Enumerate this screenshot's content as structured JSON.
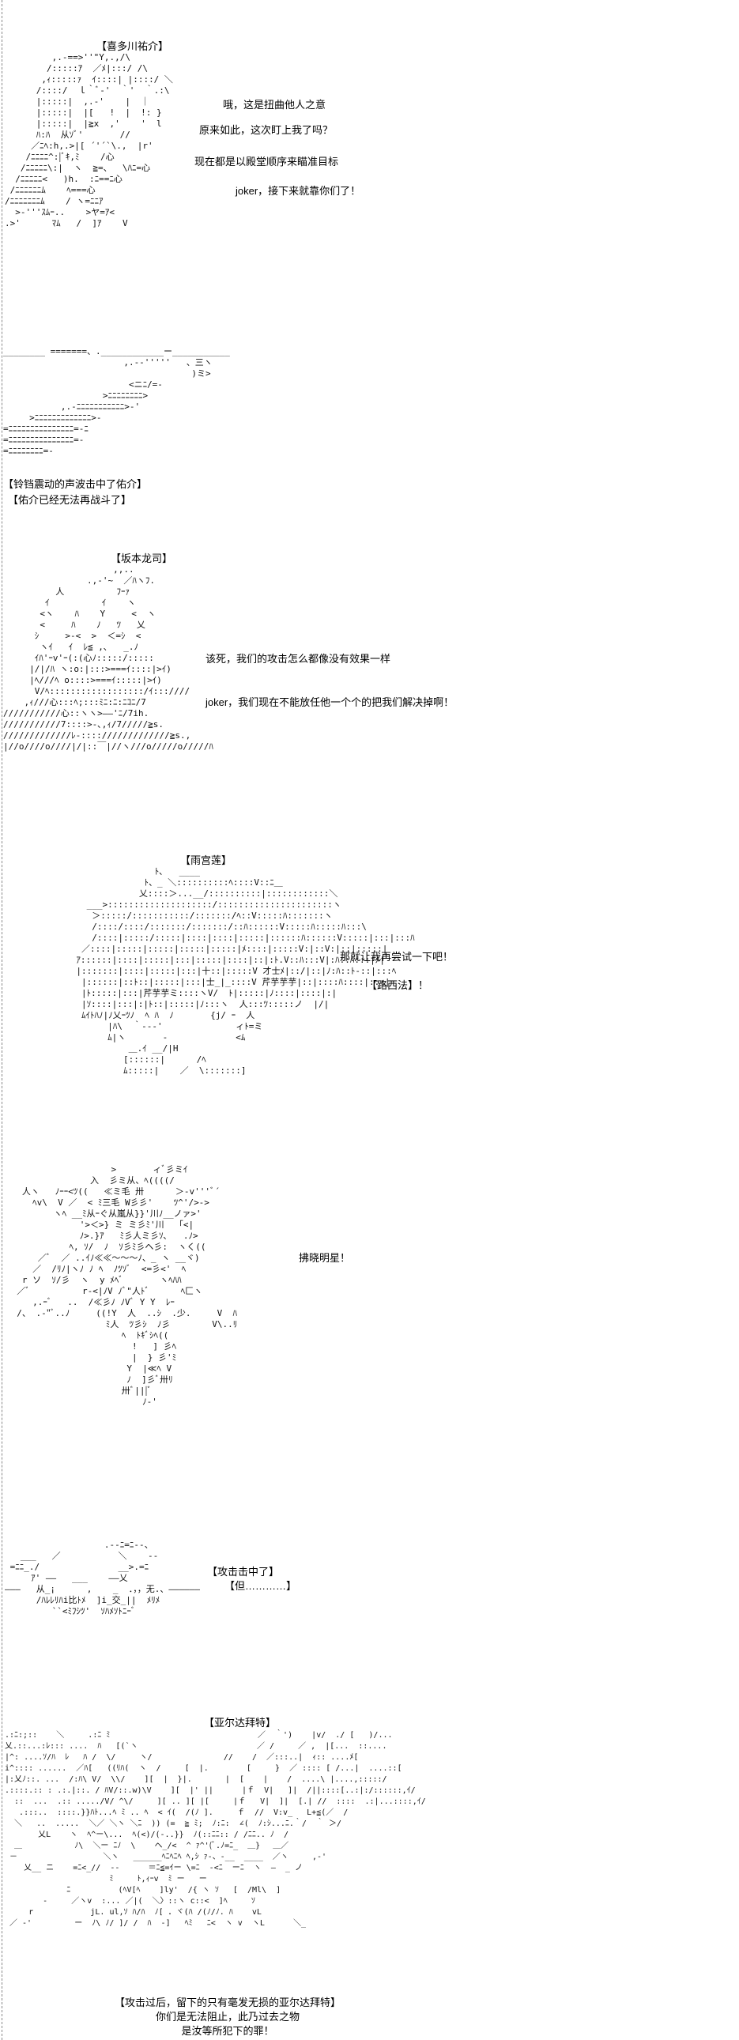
{
  "panels": {
    "p1": {
      "speaker": "【喜多川祐介】",
      "lines": [
        "哦，这是扭曲他人之意",
        "原来如此，这次盯上我了吗？",
        "现在都是以殿堂顺序来瞄准目标",
        "joker，接下来就靠你们了！"
      ],
      "art": "         ,.-==>''\"Y,.,/\\\n        /:::::ｱ  ／ﾒ|:::/ /\\\n       ,ｨ:::::ｧ  ｲ::::| |::::/ ＼\n      /::::/  ｌ｀ﾞ‐'  ｀'  ｀.:\\\n      |:::::|  ,.-'    |  ｜\n      |:::::|  |[   !  |  !: }\n      |:::::|  |≧x  ,'    '  l\n      ﾊ:ﾊ  从ｿﾞ'       //\n     ／ﾆﾍ:h,.>|[ ´'´`\\.,  |r'\n    /ﾆﾆﾆﾆ^:|ﾞｷ,ﾐ    /心\n   /ﾆﾆﾆﾆﾆ\\:|  ヽ  ≧=、  \\ﾊﾆ=心\n  /ﾆﾆﾆﾆﾆ<   )h.  :ﾆ==ﾆ心\n /ﾆﾆﾆﾆﾆﾆﾑ    ﾍ===心\n/ﾆﾆﾆﾆﾆﾆﾆﾑ    / ヽ=ﾆﾆｱ\n  >-'''ｽﾑｰ..    >ヤ=ｱ<\n.>'      ﾏﾑ   /  ]ｱ    V"
    },
    "p2": {
      "lines": [
        "【铃铛震动的声波击中了佑介】",
        "【佑介已经无法再战斗了】"
      ],
      "art": "________ =======、.____________ー___________\n                       ,.--'''''   、三ヽ\n                                    )ミ>\n                        <ニﾆ/=-\n                   >ﾆﾆﾆﾆﾆﾆﾆﾆ>\n           ,.-ﾆﾆﾆﾆﾆﾆﾆﾆﾆﾆﾆ>-'\n     >ﾆﾆﾆﾆﾆﾆﾆﾆﾆﾆﾆﾆﾆ>-\n=ﾆﾆﾆﾆﾆﾆﾆﾆﾆﾆﾆﾆﾆﾆﾆ=-ﾆ\n=ﾆﾆﾆﾆﾆﾆﾆﾆﾆﾆﾆﾆﾆﾆﾆ=-\n=ﾆﾆﾆﾆﾆﾆﾆﾆ=-"
    },
    "p3": {
      "speaker": "【坂本龙司】",
      "lines": [
        "该死，我们的攻击怎么都像没有效果一样",
        "joker，我们现在不能放任他一个个的把我们解决掉啊！"
      ],
      "art": "                     ,,..\n                .,-'~  ／ﾊヽﾌ.\n          人          ﾌｰｧ\n        ｲ          ｲ    ヽ\n       <ヽ    ﾊ    Y     <  ヽ\n       <     ﾊ    ﾉ   ﾂ   乂\n      ｼ     >-<  >  ＜=ｼ  <\n       ヽｲ   ｲ  ﾚ≦ ,､   _.ﾉ\n      ｲﾊ'ｰv'ｰ(:(心ﾉ:::::/:::::\n     |/|/ﾊ ヽ:o:|:::>===ｲ::::|>ｲ)\n     |ﾍ///ﾍ o::::>===ｲ:::::|>ｲ)\n      V/ﾍ::::::::::::::::::/ｲ:::////\n    ,ｨ///心:::ﾍ;:::ﾐﾆ:ﾆ:ﾆｺﾆ/7\n///////////心::ヽヽ>――'ﾆ/7ih.\n///////////7::::>-､,ｨ/7/////≧s.\n/////////////ﾚ-:::://///////////≧s.,\n|//o////o////|/|::￣|//ヽ///o/////o/////ﾊ"
    },
    "p4": {
      "speaker": "【雨宫莲】",
      "lines": [
        "那就让我再尝试一下吧！",
        "【路西法】！"
      ],
      "art": "                      ﾄ､   ____\n                    ﾄ、_ ＼::::::::::ﾍ::::V::ﾆ＿\n                   乂::::＞...__/::::::::::|::::::::::::＼\n         ___>::::::::::::::::::::/::::::::::::::::::::::ヽ\n          ＞:::::/:::::::::::/:::::::/ﾍ::V:::::ﾊ:::::::ヽ\n          /::::/::::/:::::::/:::::::/::ﾊ::::::V:::::ﾊ:::::ﾊ:::\\\n          /::::|:::::/:::::|::::|::::|:::::|::::::ﾊ::::::V:::::|:::|:::ﾊ\n        ／::::|:::::|:::::|:::::|:::::|ﾒ::::|:::::V:|::V:|::|:::::|\n       ｱ::::::|::::|:::::|:::|:::::|::::|::|:ﾄ.V::ﾊ:::V|:ﾊ::ﾊ:::|ﾒ|\n       |:::::::|::::|:::::|:::|十::|:::::V 才士ﾒ|::/|::|ﾉ:ﾊ::ﾄ-::|:::ﾍ\n        |::::::|::ﾄ::|:::::|:::|士_|_::::V 芹芋芋芋|::|::::ﾊ::::|:::|\n        |ﾄ:::::|:::|芹芋芋ミ::::ヽV/  ﾄ|:::::|ﾉ::::|::::|:|\n        |ｿ::::|:::|:|ﾄ::|:::::|ﾉ:::ヽ  人:::ﾂ:::::ノ  |/|\n        ﾑｲﾄﾊﾉ|ﾉ乂ｰﾂﾉ  ﾍ ﾊ  ﾉ       {j/ ｰ  人\n             |ﾊ\\  ｀‐‐‐'              ィﾄ=ミ\n             ﾑ|ヽ       -             <ﾑ\n                 ＿.ｲ __/|H\n                [::::::|      /ﾍ\n                ﾑ:::::|    ／  \\:::::::]"
    },
    "p5": {
      "lines": [
        "拂晓明星！"
      ],
      "art": "                    >       ィﾞ彡ミｲ\n                入  彡ミ从、ﾍ((((/\n   人ヽ   ﾉｰｰ<ﾂ((   ≪ミ毛 卅      ＞-v'''ﾞ´\n     ﾍv\\  V ／  < ﾐ三毛 W彡彡'    ﾂ^'/>->\n         ヽﾍ __ﾐ从ｰぐ从嵐从}}'川ﾉ__ノァ>'\n              '>＜>} ミ ミ彡ﾐ'川  「<|\n              ﾉ>.}ｱ   ﾐ彡人ミ彡ｿ､   .ﾉ>\n            ﾍ, ｿ/  ﾉ  ｿ彡ﾐ彡ヘ彡:  ヽく((\n      ／ﾞ  ／ ..ｲﾉ≪≪〜〜〜ﾉ、_ ヽ __ヾ)\n     ／  /ﾘﾉ|ヽﾉ ﾉ ﾍ  ﾉﾂｿﾞ  <=彡<'  ﾍ\n   r ソ  ｿ/彡  ヽ  y ﾒﾍﾞ       ヽﾍﾊﾊ\n  ／ﾞ          r-<|ﾉV ﾉﾞ\"人ﾄﾞ      ﾍ匚ヽ\n     ,.ｰﾞ   ..  /≪彡ﾉ ﾉVﾞ Y Y  ﾚｰ\n  /、 .-\"ﾞ..ﾉ     ((!Y  人  ..ｼ  .少.     V  ﾊ\n                   ﾐ人  ﾂ彡ｼ  ﾉ彡        V\\..ﾘ\n                      ﾍ  ﾄｷﾞｼﾍ((\n                        !   ] 彡ﾍ\n                        |  } 彡'ﾐ\n                       Y  |≪ﾍ V\n                       ﾉ  ]彡ﾞ卅ﾘ\n                      卅ﾞ|||ﾞ\n                          ﾉ‐'"
    },
    "p6": {
      "lines": [
        "【攻击击中了】",
        "【但…………】"
      ],
      "art": "                   .--ﾆ=ﾆ--、\n   ___   ／           ＼    ‐‐\n =ﾆﾆ_./               __>.=ﾆ\n     ｱ' ――   ___    ――乂\n―――   从_¡      ,    _  ．，，无.、――――――\n      /ﾊﾚﾚﾘﾊi比ﾄﾒ  ]i_交_||  ﾒﾘﾒ\n         ``<ﾐﾌｼﾂ'  ｿﾊﾒｿﾄﾆｰﾞ"
    },
    "p7": {
      "speaker": "【亚尔达拜特】",
      "lines": [
        "【攻击过后，留下的只有毫发无损的亚尔达拜特】",
        "你们是无法阻止，此乃过去之物",
        "是汝等所犯下的罪！"
      ],
      "art": ".:ﾆ:;::    ＼     .:ﾆ ﾐ                               ／  ｀')    |v/  ./ [   )/...\n乂.::...:ﾚ::: ....  ﾊ   [(`ヽ                         ／ /     ／ ,  |[...  ::.... \n|^: ....ｿ/ﾊ  ﾚ   ﾊ /  \\/     ヽ/               //    /  ／:::..|  ｨ:: ....ﾒ[\ni^:::: ......  ／ﾊ[   ((ﾘﾊ(  ヽ  /     [  |.        [     }  ／ :::: [ /...|  ....::[\n|:乂ﾉ::. ...  /:ﾊ\\ V/  \\\\/    ][  |  }|.       |  [    |    /  ....\\ |....,:::::/\n.::::.:: : .:.|::. / ﾊV/::.w)\\V    ][  |' ||      |ｆ  V|   ]|  /||::::[..:|:/::::::,ｲ/\n  ::  ...  .:: ...../V/ ^\\/     ][ .. ][ |[     |ｆ   V|  ]|  [.| //  ::::  .:|...::::,ｲ/\n   .:::..  ::::.}}ﾊﾄ...ﾍ ﾐ .. ﾍ  < ｲ(  /(ﾉ ].     ｆ  //  V:v_   L+≦(／  /\n  ＼   ..  .....  ＼／ ＼ヽ ＼ﾆ  )) (=  ≧ ﾐ;  ﾉ:ﾆ:  ∠(  ﾉ:ｼ...ﾆ.｀/  ｀ ＞/\n       乂L    ヽ  ﾍ^ー\\...  ﾍ(<)/(-..}}  ﾉ(::ﾆﾆ:: / /ﾆﾆ.. ﾉ  /\n  ＿           ﾉ\\  ＼ー ﾆﾉ  \\    ヘ_/<  ^ ｧ^'(ﾞ.ﾉ=ﾆ_  ＿}　 ＿／\n －                  ＼ヽ   ______ﾍﾆﾍﾆﾍ ﾍ,ｼ ｧ-、‐__  ____  ／ヽ     ,-'\n    乂__ ニ    =ﾆ<_//  ‐‐      ＝ﾆ≦=ｲー \\=ﾆ  ‐<ﾆ  ーﾆ  ヽ  ―  _ ノ\n                      ﾐ     ﾄ,ｨｰv  ﾐ ー   ー\n             ﾆ          (ﾍV[ﾍ    ]ly'  /{ ヽ ｿ   [  /Ml\\  ]\n        -     ／ヽv  :... ／|(  ＼〉::ヽ c::<  ]ﾍ     ｿ\n     r            jL. ul,ｿ ﾊ/ﾊ  ﾉ[ ．ヾ(ﾊ /(ﾉ/ﾉ. ﾊ    vL\n ／ ‐'         ー  ﾉ\\ ﾉ/ ]/ /  ﾊ  ‐]   ﾍﾐ   ﾆ<  ヽ v  ヽL      ＼_"
    }
  }
}
